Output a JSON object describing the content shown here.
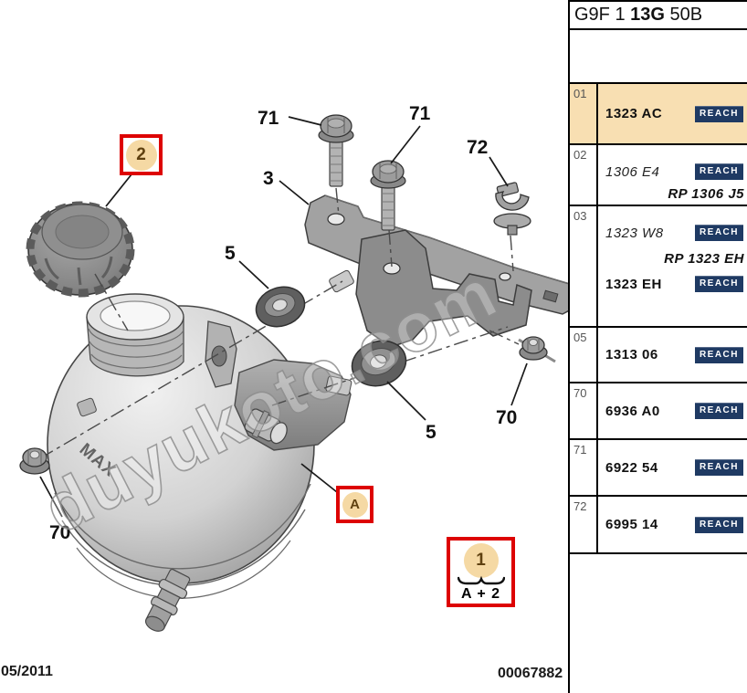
{
  "header": {
    "code_prefix": "G9F 1 ",
    "code_bold": "13G",
    "code_suffix": " 50B"
  },
  "parts": {
    "reach_label": "REACH",
    "rows": [
      {
        "ref": "01",
        "line1": "1323 AC"
      },
      {
        "ref": "02",
        "line1": "1306 E4",
        "rp": "RP 1306 J5"
      },
      {
        "ref": "03",
        "line1": "1323 W8",
        "rp": "RP 1323 EH",
        "line3": "1323 EH"
      },
      {
        "ref": "05",
        "line1": "1313 06"
      },
      {
        "ref": "70",
        "line1": "6936 A0"
      },
      {
        "ref": "71",
        "line1": "6922 54"
      },
      {
        "ref": "72",
        "line1": "6995 14"
      }
    ]
  },
  "diagram": {
    "watermark": "duyukoto.com",
    "max_label": "MAX",
    "callouts": {
      "bolt_left": "71",
      "bolt_right": "71",
      "bracket": "3",
      "clip": "72",
      "grommet_upper": "5",
      "grommet_lower": "5",
      "nut_right": "70",
      "nut_left": "70"
    },
    "boxes": {
      "cap_ref": "2",
      "tank_ref": "A",
      "assembly_ref": "1",
      "assembly_formula": "A + 2"
    }
  },
  "footer": {
    "date": "05/2011",
    "doc_number": "00067882"
  }
}
